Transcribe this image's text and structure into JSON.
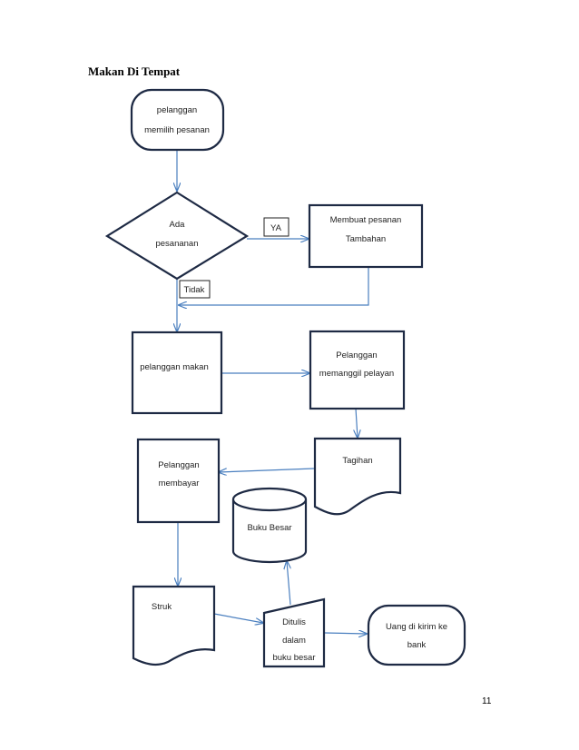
{
  "title": "Makan Di Tempat",
  "page_number": "11",
  "nodes": {
    "start": [
      "pelanggan",
      "memilih pesanan"
    ],
    "decision": [
      "Ada",
      "pesananan"
    ],
    "extra_order": [
      "Membuat pesanan",
      "Tambahan"
    ],
    "eating": [
      "pelanggan makan"
    ],
    "call_waiter": [
      "Pelanggan",
      "memanggil pelayan"
    ],
    "bill": [
      "Tagihan"
    ],
    "pay": [
      "Pelanggan",
      "membayar"
    ],
    "ledger": [
      "Buku Besar"
    ],
    "receipt": [
      "Struk"
    ],
    "record": [
      "Ditulis",
      "dalam",
      "buku besar"
    ],
    "bank": [
      "Uang di kirim ke",
      "bank"
    ]
  },
  "edge_labels": {
    "yes": "YA",
    "no": "Tidak"
  },
  "colors": {
    "shape_stroke": "#1e2a44",
    "connector": "#4a7fbf"
  }
}
